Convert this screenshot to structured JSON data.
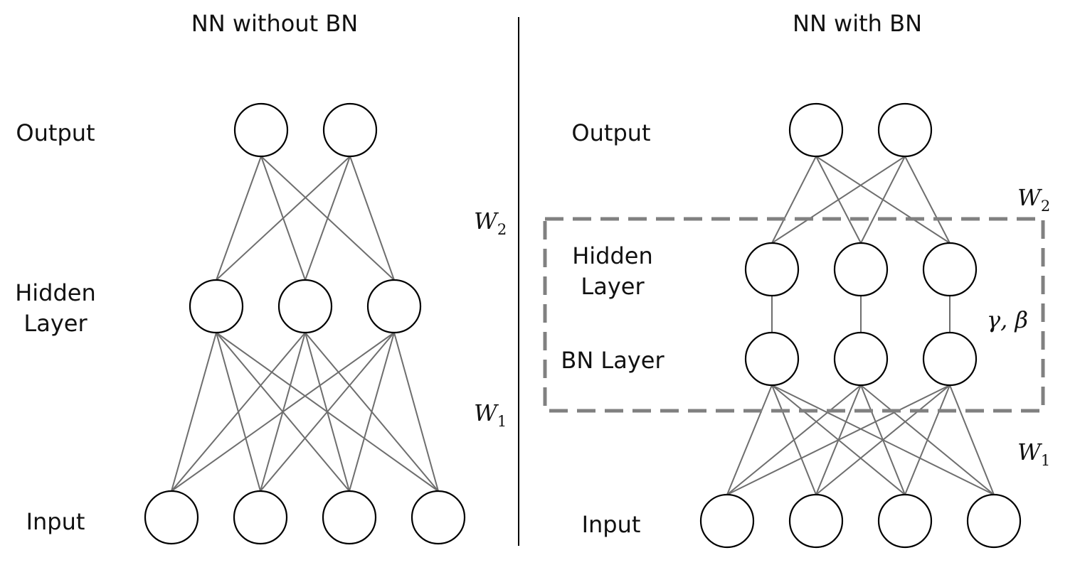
{
  "left_panel": {
    "title": "NN without BN",
    "labels": {
      "output": "Output",
      "hidden_line1": "Hidden",
      "hidden_line2": "Layer",
      "input": "Input"
    },
    "weights": {
      "w2": {
        "base": "W",
        "sub": "2"
      },
      "w1": {
        "base": "W",
        "sub": "1"
      }
    },
    "layers": {
      "input_nodes": 4,
      "hidden_nodes": 3,
      "output_nodes": 2
    }
  },
  "right_panel": {
    "title": "NN with BN",
    "labels": {
      "output": "Output",
      "hidden_line1": "Hidden",
      "hidden_line2": "Layer",
      "bn": "BN Layer",
      "input": "Input"
    },
    "weights": {
      "w2": {
        "base": "W",
        "sub": "2"
      },
      "w1": {
        "base": "W",
        "sub": "1"
      }
    },
    "params": "γ, β",
    "layers": {
      "input_nodes": 4,
      "bn_nodes": 3,
      "hidden_nodes": 3,
      "output_nodes": 2
    }
  },
  "colors": {
    "edge": "#6e6e6e",
    "node_stroke": "#000000",
    "bn_box": "#808080"
  }
}
